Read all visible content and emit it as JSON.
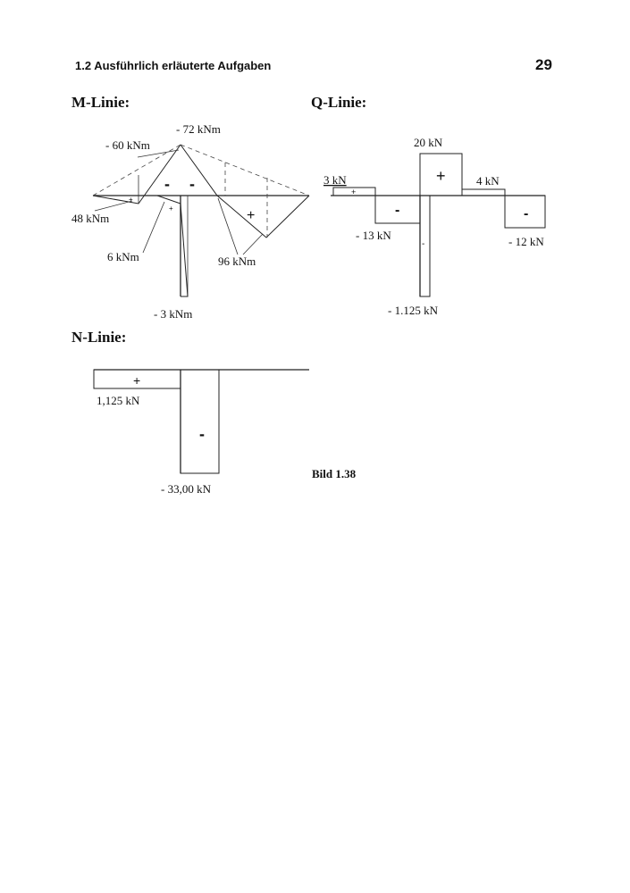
{
  "header": {
    "section": "1.2 Ausführlich erläuterte Aufgaben",
    "page": "29"
  },
  "titles": {
    "m": "M-Linie:",
    "q": "Q-Linie:",
    "n": "N-Linie:"
  },
  "m_diagram": {
    "labels": {
      "top": "- 72 kNm",
      "left_top": "- 60 kNm",
      "left": "48 kNm",
      "left_bottom": "6 kNm",
      "bottom": "- 3 kNm",
      "right": "96 kNm"
    },
    "signs": {
      "neg1": "-",
      "neg2": "-",
      "pos_right": "+",
      "pos_left": "+",
      "pos_col": "+"
    }
  },
  "q_diagram": {
    "labels": {
      "top": "20 kN",
      "left": "3 kN",
      "mid_neg": "- 13 kN",
      "right_pos": "4 kN",
      "right_neg": "- 12 kN",
      "bottom": "- 1.125 kN"
    },
    "signs": {
      "pos_top": "+",
      "pos_small": "+",
      "neg_mid": "-",
      "neg_right": "-",
      "neg_col": "-"
    }
  },
  "n_diagram": {
    "labels": {
      "left": "1,125 kN",
      "bottom": "- 33,00 kN"
    },
    "signs": {
      "pos": "+",
      "neg": "-"
    }
  },
  "caption": "Bild 1.38"
}
